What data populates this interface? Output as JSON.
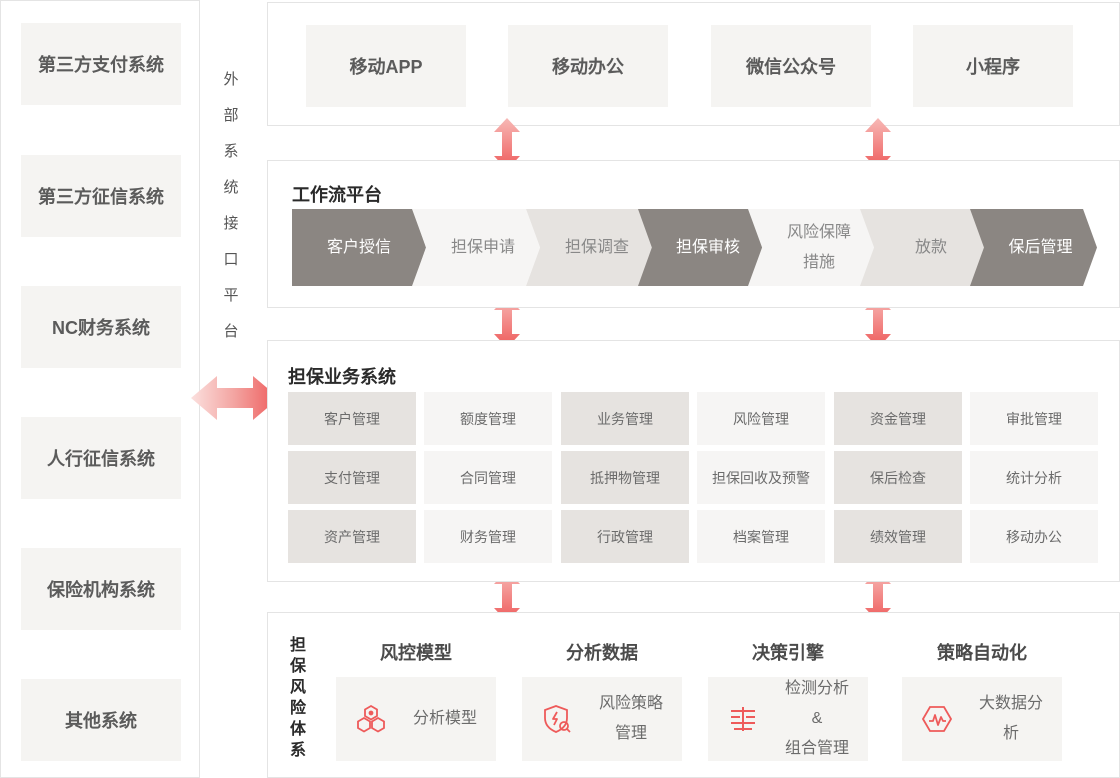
{
  "external": {
    "systems": [
      "第三方支付系统",
      "第三方征信系统",
      "NC财务系统",
      "人行征信系统",
      "保险机构系统",
      "其他系统"
    ],
    "platform_label": [
      "外",
      "部",
      "系",
      "统",
      "接",
      "口",
      "平",
      "台"
    ]
  },
  "channels": [
    "移动APP",
    "移动办公",
    "微信公众号",
    "小程序"
  ],
  "workflow": {
    "title": "工作流平台",
    "steps": [
      {
        "line1": "客户授信",
        "line2": ""
      },
      {
        "line1": "担保申请",
        "line2": ""
      },
      {
        "line1": "担保调查",
        "line2": ""
      },
      {
        "line1": "担保审核",
        "line2": ""
      },
      {
        "line1": "风险保障",
        "line2": "措施"
      },
      {
        "line1": "放款",
        "line2": ""
      },
      {
        "line1": "保后管理",
        "line2": ""
      }
    ]
  },
  "business": {
    "title": "担保业务系统",
    "modules": [
      [
        "客户管理",
        "额度管理",
        "业务管理",
        "风险管理",
        "资金管理",
        "审批管理"
      ],
      [
        "支付管理",
        "合同管理",
        "抵押物管理",
        "担保回收及预警",
        "保后检查",
        "统计分析"
      ],
      [
        "资产管理",
        "财务管理",
        "行政管理",
        "档案管理",
        "绩效管理",
        "移动办公"
      ]
    ]
  },
  "risk": {
    "label": [
      "担",
      "保",
      "风",
      "险",
      "体",
      "系"
    ],
    "columns": [
      {
        "title": "风控模型",
        "icon": "cubes-icon",
        "line1": "分析模型",
        "line2": ""
      },
      {
        "title": "分析数据",
        "icon": "shield-search-icon",
        "line1": "风险策略",
        "line2": "管理"
      },
      {
        "title": "决策引擎",
        "icon": "flowchart-icon",
        "line1": "检测分析&",
        "line2": "组合管理"
      },
      {
        "title": "策略自动化",
        "icon": "pulse-hexagon-icon",
        "line1": "大数据分析",
        "line2": ""
      }
    ]
  },
  "colors": {
    "accent": "#ee5a5a",
    "dark_step": "#8b8682",
    "mid_cell": "#e6e3e0",
    "light_cell": "#f6f5f4"
  }
}
